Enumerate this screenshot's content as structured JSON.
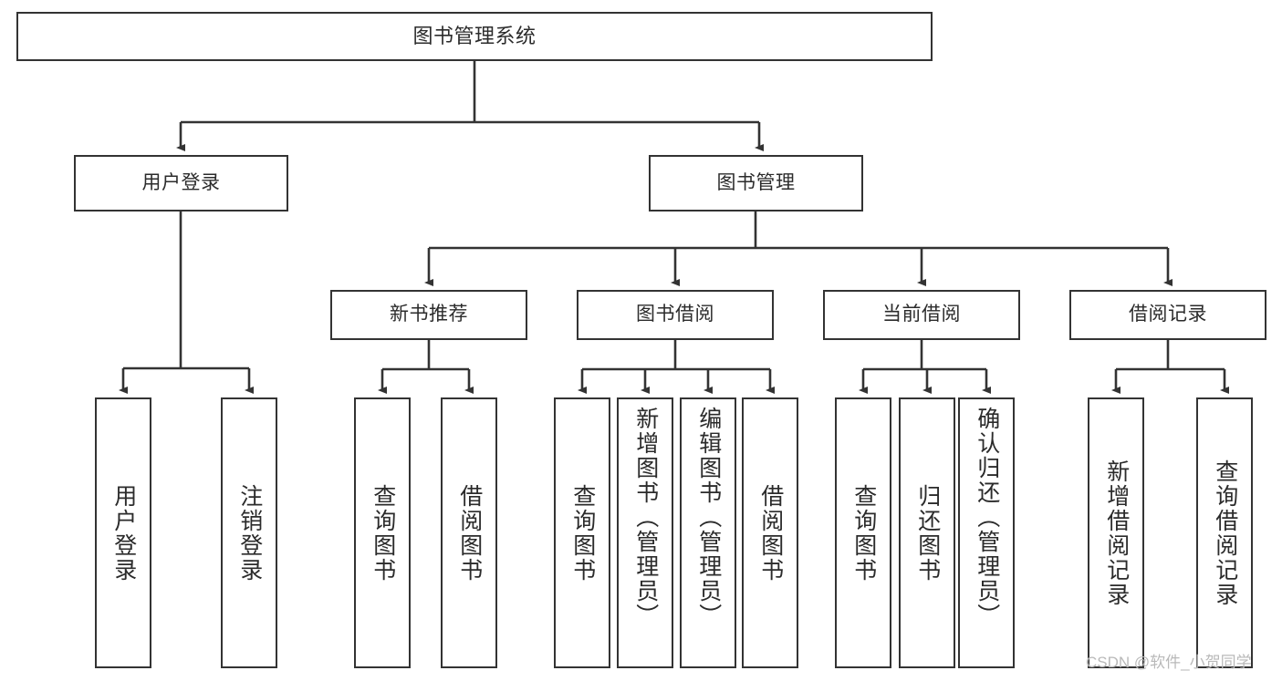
{
  "diagram": {
    "type": "tree-hierarchy-chart",
    "title": "图书管理系统",
    "colors": {
      "box_border": "#333333",
      "box_fill": "#ffffff",
      "edge": "#333333",
      "text": "#2b2b2b",
      "watermark": "#b9b9b9",
      "background": "#ffffff"
    },
    "watermark": "CSDN @软件_小贺同学",
    "levels": {
      "level1": [
        "图书管理系统"
      ],
      "level2": [
        "用户登录",
        "图书管理"
      ],
      "level3": [
        "新书推荐",
        "图书借阅",
        "当前借阅",
        "借阅记录"
      ],
      "level4": [
        "用户登录",
        "注销登录",
        "查询图书",
        "借阅图书",
        "查询图书",
        "新增图书（管理员）",
        "编辑图书（管理员）",
        "借阅图书",
        "查询图书",
        "归还图书",
        "确认归还（管理员）",
        "新增借阅记录",
        "查询借阅记录"
      ]
    },
    "nodes": {
      "root": {
        "label": "图书管理系统"
      },
      "user_login": {
        "label": "用户登录"
      },
      "book_manage": {
        "label": "图书管理"
      },
      "new_book_rec": {
        "label": "新书推荐"
      },
      "book_borrow": {
        "label": "图书借阅"
      },
      "current_borrow": {
        "label": "当前借阅"
      },
      "borrow_record": {
        "label": "借阅记录"
      },
      "leaf_user_login": {
        "label": "用户登录"
      },
      "leaf_logout": {
        "label": "注销登录"
      },
      "leaf_query_book_1": {
        "label": "查询图书"
      },
      "leaf_borrow_book_1": {
        "label": "借阅图书"
      },
      "leaf_query_book_2": {
        "label": "查询图书"
      },
      "leaf_add_book_admin": {
        "label": "新增图书（管理员）"
      },
      "leaf_edit_book_admin": {
        "label": "编辑图书（管理员）"
      },
      "leaf_borrow_book_2": {
        "label": "借阅图书"
      },
      "leaf_query_book_3": {
        "label": "查询图书"
      },
      "leaf_return_book": {
        "label": "归还图书"
      },
      "leaf_confirm_return_admin": {
        "label": "确认归还（管理员）"
      },
      "leaf_add_record": {
        "label": "新增借阅记录"
      },
      "leaf_query_record": {
        "label": "查询借阅记录"
      }
    }
  }
}
